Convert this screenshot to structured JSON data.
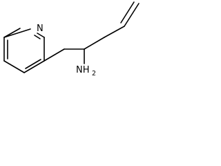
{
  "molecule": {
    "ring_atom_label": "N",
    "amine_label": "NH",
    "amine_subscript": "2"
  },
  "colors": {
    "bond": "#000000",
    "background": "#ffffff"
  }
}
